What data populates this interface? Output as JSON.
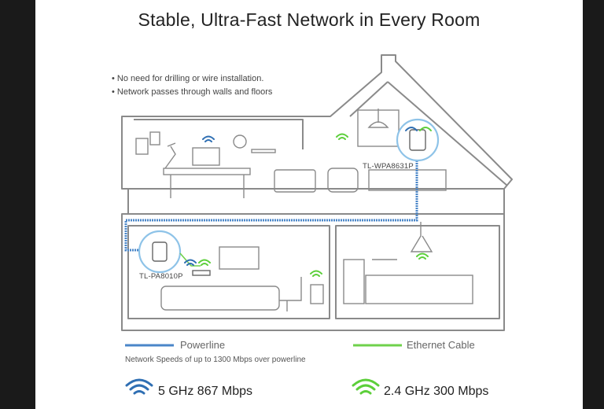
{
  "title": "Stable, Ultra-Fast Network in Every Room",
  "bullets": [
    "No need for drilling or wire installation.",
    "Network passes through walls and floors"
  ],
  "devices": {
    "upstairs": "TL-WPA8631P",
    "downstairs": "TL-PA8010P"
  },
  "legend": {
    "powerline": "Powerline",
    "ethernet": "Ethernet Cable",
    "note": "Network Speeds of up to 1300 Mbps over powerline"
  },
  "bands": {
    "band5": "5 GHz  867 Mbps",
    "band24": "2.4 GHz  300 Mbps"
  },
  "colors": {
    "powerline": "#4a86c8",
    "ethernet": "#6fd14b",
    "wifi_blue": "#2f6fb3",
    "wifi_green": "#5ccf3a",
    "line": "#8a8a8a"
  }
}
